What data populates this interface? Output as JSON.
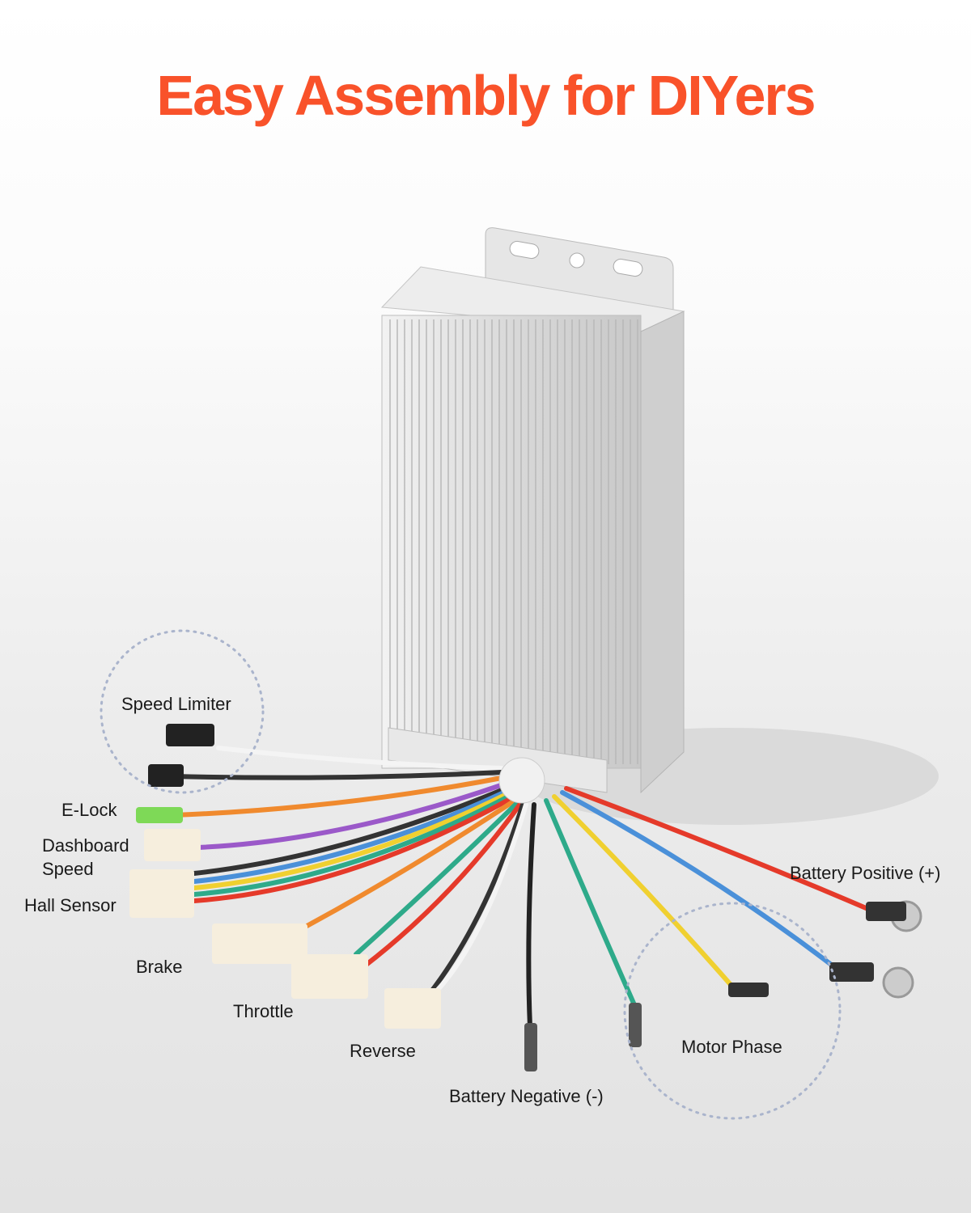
{
  "title": "Easy Assembly for DIYers",
  "colors": {
    "title": "#f9522a",
    "callout_circle": "#aab4cc"
  },
  "labels": {
    "speed_limiter": "Speed Limiter",
    "e_lock": "E-Lock",
    "dashboard_speed_line1": "Dashboard",
    "dashboard_speed_line2": "Speed",
    "hall_sensor": "Hall Sensor",
    "brake": "Brake",
    "throttle": "Throttle",
    "reverse": "Reverse",
    "battery_negative": "Battery Negative (-)",
    "motor_phase": "Motor Phase",
    "battery_positive": "Battery Positive (+)"
  }
}
